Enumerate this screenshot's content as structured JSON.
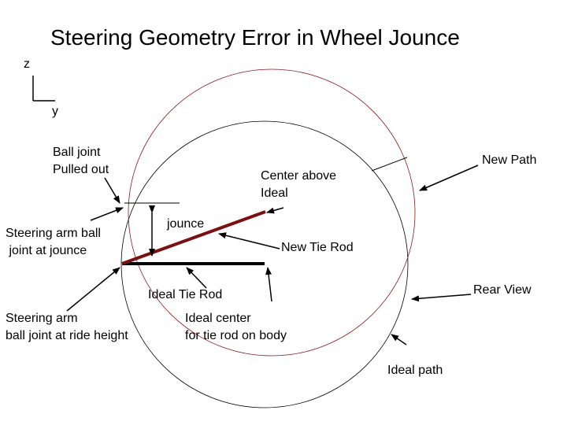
{
  "title": "Steering Geometry Error in Wheel Jounce",
  "axes": {
    "vertical": "z",
    "horizontal": "y"
  },
  "labels": {
    "ball_joint_pulled_out": "Ball joint\nPulled out",
    "steering_arm_jounce": "Steering arm ball\n joint at jounce",
    "jounce": "jounce",
    "center_above_ideal": "Center above\nIdeal",
    "new_path": "New Path",
    "new_tie_rod": "New Tie Rod",
    "ideal_tie_rod": "Ideal Tie Rod",
    "rear_view": "Rear View",
    "steering_arm_ride": "Steering arm\nball joint at ride height",
    "ideal_center": "Ideal center\nfor tie rod on body",
    "ideal_path": "Ideal path"
  },
  "colors": {
    "ideal_circle": "#000000",
    "new_circle": "#8b1a1a",
    "new_tie_rod": "#7a1010",
    "ideal_tie_rod": "#000000",
    "arrows": "#000000"
  }
}
